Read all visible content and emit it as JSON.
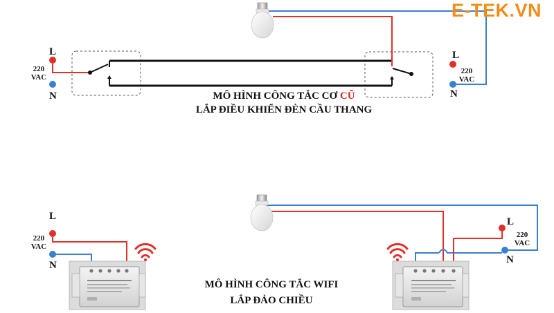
{
  "brand": {
    "name": "E-TEK.VN"
  },
  "colors": {
    "live": "#e0302a",
    "neutral": "#3a7fd0",
    "wire": "#111111",
    "brand": "#f28c1a",
    "wifi": "#e0302a"
  },
  "top_diagram": {
    "left_source": {
      "live": "L",
      "voltage_top": "220",
      "voltage_bottom": "VAC",
      "neutral": "N"
    },
    "right_source": {
      "live": "L",
      "voltage_top": "220",
      "voltage_bottom": "VAC",
      "neutral": "N"
    },
    "title_line1_prefix": "MÔ HÌNH CÔNG TẮC CƠ ",
    "title_line1_accent": "CŨ",
    "title_line2": "LẮP ĐIỀU KHIỂN ĐÈN CẦU THANG"
  },
  "bottom_diagram": {
    "left_source": {
      "live": "L",
      "voltage_top": "220",
      "voltage_bottom": "VAC",
      "neutral": "N"
    },
    "right_source": {
      "live": "L",
      "voltage_top": "220",
      "voltage_bottom": "VAC",
      "neutral": "N"
    },
    "title_line1": "MÔ HÌNH CÔNG TẮC WIFI",
    "title_line2": "LẮP ĐẢO CHIỀU"
  }
}
